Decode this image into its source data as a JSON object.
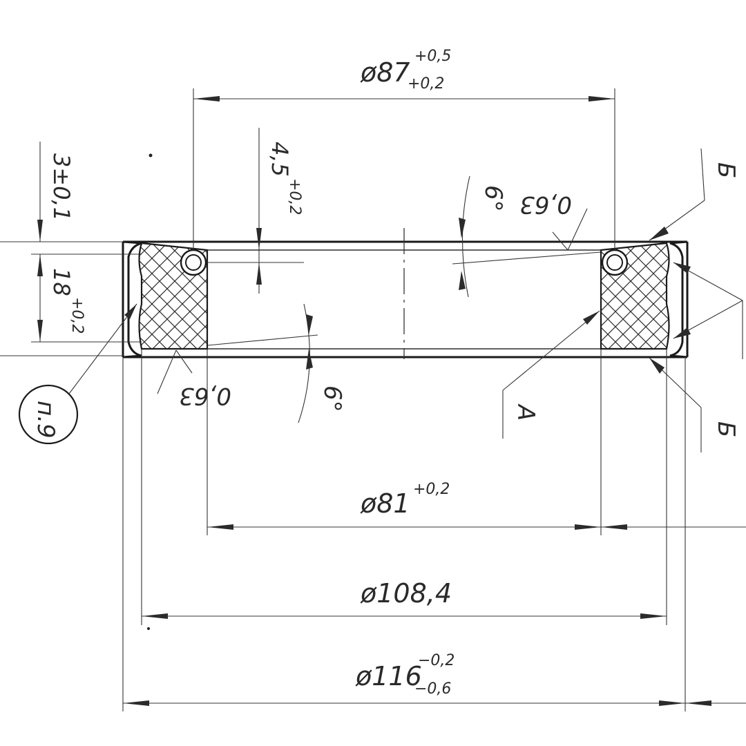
{
  "dimensions": {
    "d87": {
      "sym": "ø87",
      "upper": "+0,5",
      "lower": "+0,2"
    },
    "d81": {
      "sym": "ø81",
      "upper": "+0,2"
    },
    "d108": {
      "sym": "ø108,4"
    },
    "d116": {
      "sym": "ø116",
      "upper": "−0,2",
      "lower": "−0,6"
    },
    "h18": {
      "sym": "18",
      "upper": "+0,2"
    },
    "h3": {
      "sym": "3±0,1"
    },
    "h45": {
      "sym": "4,5",
      "upper": "+0,2"
    }
  },
  "angles": {
    "top": "6°",
    "bottom": "6°"
  },
  "roughness": {
    "top": "0,63",
    "bottom": "0,63"
  },
  "labels": {
    "view_b_top": "Б",
    "view_b_bottom": "Б",
    "view_a": "A",
    "item_ref": "п.9"
  },
  "colors": {
    "line": "#2b2b2b",
    "paper": "#ffffff"
  }
}
